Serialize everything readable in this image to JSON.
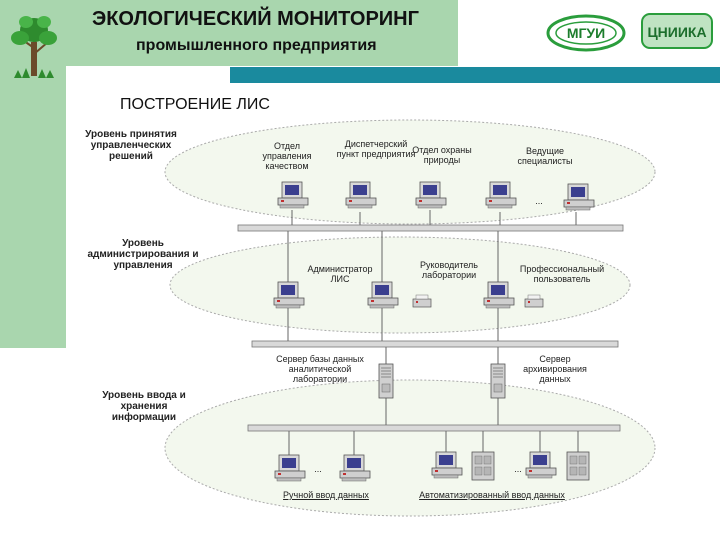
{
  "header": {
    "title": "ЭКОЛОГИЧЕСКИЙ МОНИТОРИНГ",
    "subtitle": "промышленного предприятия",
    "logo_left": "МГУИ",
    "logo_right": "ЦНИИКА"
  },
  "section_title": "ПОСТРОЕНИЕ ЛИС",
  "levels": {
    "decision": "Уровень принятия управленческих решений",
    "admin": "Уровень администрирования и управления",
    "input": "Уровень ввода и хранения информации"
  },
  "nodes": {
    "quality_dept": "Отдел управления качеством",
    "dispatch": "Диспетчерский пункт предприятия",
    "nature_dept": "Отдел охраны природы",
    "specialists": "Ведущие специалисты",
    "administrator": "Администратор ЛИС",
    "lab_head": "Руководитель лаборатории",
    "pro_user": "Профессиональный пользователь",
    "db_server": "Сервер базы данных аналитической лаборатории",
    "archive_server": "Сервер архивирования данных",
    "manual_input": "Ручной ввод данных",
    "auto_input": "Автоматизированный ввод данных",
    "ellipsis": "..."
  }
}
